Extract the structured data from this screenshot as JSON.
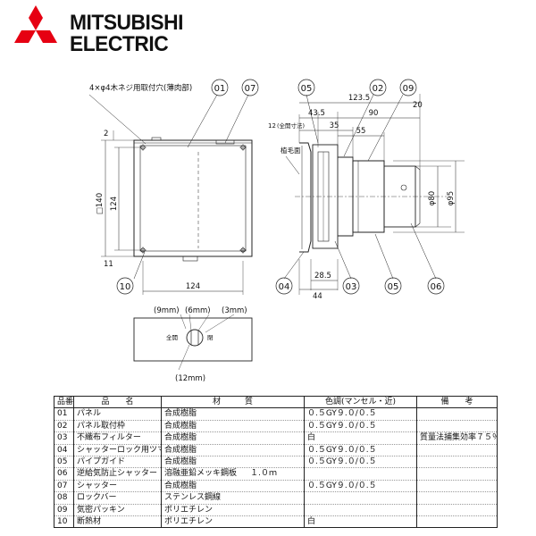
{
  "brand": {
    "line1": "MITSUBISHI",
    "line2": "ELECTRIC",
    "logo_color": "#e60012"
  },
  "diagram": {
    "hole_note": "4×φ4木ネジ用取付穴(薄肉部)",
    "callouts": {
      "c01": "01",
      "c07a": "07",
      "c05a": "05",
      "c02": "02",
      "c09": "09",
      "c10": "10",
      "c04": "04",
      "c03": "03",
      "c05b": "05",
      "c06": "06"
    },
    "front_dims": {
      "top_2": "2",
      "height_140": "□140",
      "height_124": "124",
      "bottom_11": "11",
      "width_124": "124"
    },
    "side_dims": {
      "d123_5": "123.5",
      "d20": "20",
      "d43_5": "43.5",
      "d90": "90",
      "d12": "12",
      "d12_note": "(全開寸法)",
      "d35": "35",
      "d55": "55",
      "fiber_note": "植毛面",
      "phi80": "φ80",
      "phi95": "φ95",
      "d28_5": "28.5",
      "d44": "44"
    },
    "knob": {
      "d9": "(9mm)",
      "d6": "(6mm)",
      "d3": "(3mm)",
      "d12": "(12mm)",
      "open_full": "全開",
      "closed": "閉"
    }
  },
  "table": {
    "headers": [
      "品番",
      "品　　名",
      "材　　　質",
      "色調(マンセル・近)",
      "備　　考"
    ],
    "rows": [
      {
        "no": "01",
        "name": "パネル",
        "material": "合成樹脂",
        "material_extra": "",
        "color": "０.５GY９.０/０.５",
        "note": ""
      },
      {
        "no": "02",
        "name": "パネル取付枠",
        "material": "合成樹脂",
        "material_extra": "",
        "color": "０.５GY９.０/０.５",
        "note": ""
      },
      {
        "no": "03",
        "name": "不織布フィルター",
        "material": "合成樹脂",
        "material_extra": "",
        "color": "白",
        "note": "質量法捕集効率７５％"
      },
      {
        "no": "04",
        "name": "シャッターロック用ツマミ",
        "material": "合成樹脂",
        "material_extra": "",
        "color": "０.５GY９.０/０.５",
        "note": ""
      },
      {
        "no": "05",
        "name": "パイプガイド",
        "material": "合成樹脂",
        "material_extra": "",
        "color": "０.５GY９.０/０.５",
        "note": ""
      },
      {
        "no": "06",
        "name": "逆給気防止シャッター",
        "material": "溶融亜鉛メッキ鋼板",
        "material_extra": "１.０ｍ",
        "color": "",
        "note": ""
      },
      {
        "no": "07",
        "name": "シャッター",
        "material": "合成樹脂",
        "material_extra": "",
        "color": "０.５GY９.０/０.５",
        "note": ""
      },
      {
        "no": "08",
        "name": "ロックバー",
        "material": "ステンレス鋼線",
        "material_extra": "",
        "color": "",
        "note": ""
      },
      {
        "no": "09",
        "name": "気密パッキン",
        "material": "ポリエチレン",
        "material_extra": "",
        "color": "",
        "note": ""
      },
      {
        "no": "10",
        "name": "断熱材",
        "material": "ポリエチレン",
        "material_extra": "",
        "color": "白",
        "note": ""
      }
    ]
  }
}
